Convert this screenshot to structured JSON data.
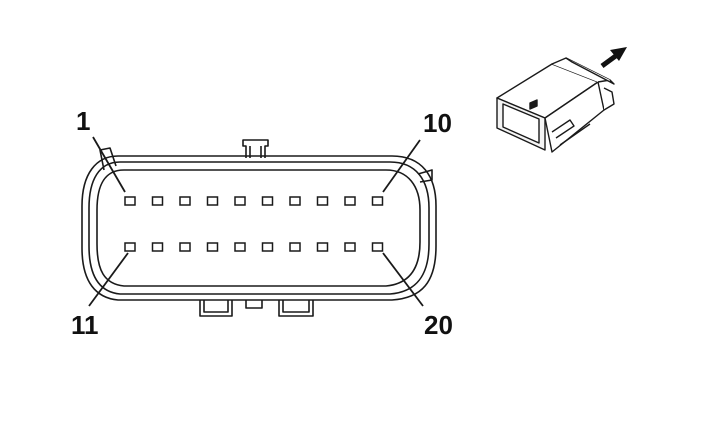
{
  "diagram": {
    "pin_labels": {
      "top_left": "1",
      "top_right": "10",
      "bottom_left": "11",
      "bottom_right": "20"
    },
    "pins_per_row": 10,
    "rows": 2,
    "colors": {
      "line": "#1a1a1a",
      "background": "#ffffff"
    },
    "icons": {
      "connector_thumbnail": "connector-3d-icon",
      "direction_arrow": "arrow-up-right-icon"
    }
  }
}
